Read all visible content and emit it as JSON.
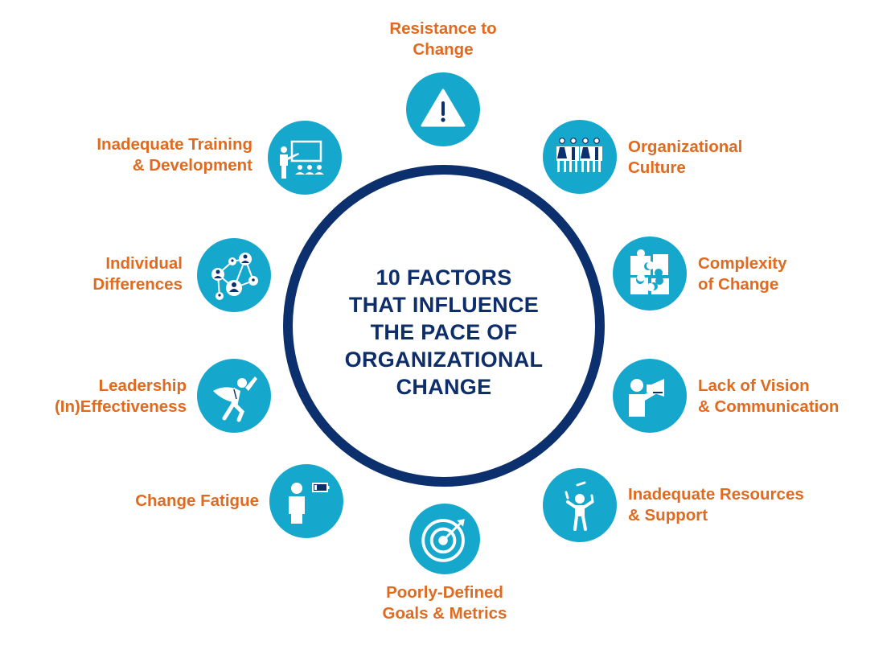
{
  "center": {
    "title_lines": [
      "10 FACTORS",
      "THAT INFLUENCE",
      "THE PACE OF",
      "ORGANIZATIONAL",
      "CHANGE"
    ]
  },
  "colors": {
    "accent_teal": "#16A8CC",
    "navy": "#0C2F6E",
    "label_orange": "#E06A1F",
    "background": "#FFFFFF"
  },
  "factors": [
    {
      "id": 1,
      "lines": [
        "Resistance to",
        "Change"
      ],
      "icon": "warning-triangle-icon"
    },
    {
      "id": 2,
      "lines": [
        "Organizational",
        "Culture"
      ],
      "icon": "group-of-people-icon"
    },
    {
      "id": 3,
      "lines": [
        "Complexity",
        "of Change"
      ],
      "icon": "puzzle-pieces-icon"
    },
    {
      "id": 4,
      "lines": [
        "Lack of Vision",
        "& Communication"
      ],
      "icon": "megaphone-person-icon"
    },
    {
      "id": 5,
      "lines": [
        "Inadequate Resources",
        "& Support"
      ],
      "icon": "juggler-icon"
    },
    {
      "id": 6,
      "lines": [
        "Poorly-Defined",
        "Goals & Metrics"
      ],
      "icon": "target-arrow-icon"
    },
    {
      "id": 7,
      "lines": [
        "Change Fatigue"
      ],
      "icon": "low-battery-person-icon"
    },
    {
      "id": 8,
      "lines": [
        "Leadership",
        "(In)Effectiveness"
      ],
      "icon": "superhero-icon"
    },
    {
      "id": 9,
      "lines": [
        "Individual",
        "Differences"
      ],
      "icon": "network-people-icon"
    },
    {
      "id": 10,
      "lines": [
        "Inadequate Training",
        "& Development"
      ],
      "icon": "presenter-board-icon"
    }
  ]
}
